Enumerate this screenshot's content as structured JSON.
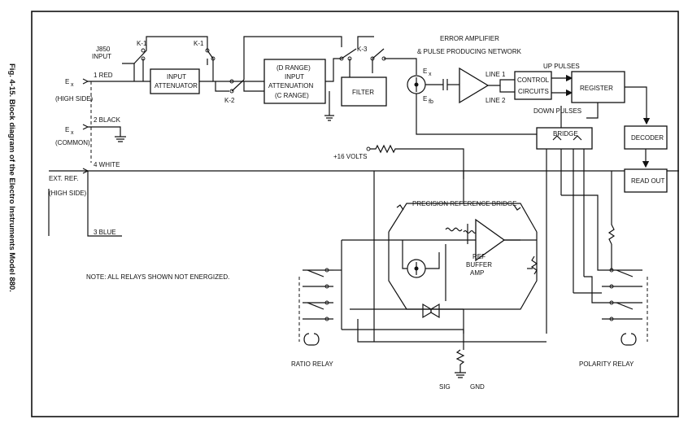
{
  "caption": "Fig. 4-15. Block diagram of the Electro Instruments Model 880.",
  "input": {
    "jack": "J850",
    "jack_label": "INPUT",
    "pin1": "1 RED",
    "pin2": "2 BLACK",
    "pin3": "3 BLUE",
    "pin4": "4 WHITE",
    "ex": "E",
    "ex_sub": "x",
    "high_side": "(HIGH SIDE)",
    "common": "(COMMON)",
    "ext_ref": "EXT. REF.",
    "ext_ref_high": "(HIGH SIDE)"
  },
  "relays": {
    "k1a": "K-1",
    "k1b": "K-1",
    "k2": "K-2",
    "k3": "K-3"
  },
  "blocks": {
    "input_attenuator_1": "INPUT",
    "input_attenuator_2": "ATTENUATOR",
    "range_line1": "(D RANGE)",
    "range_line2": "INPUT",
    "range_line3": "ATTENUATION",
    "range_line4": "(C RANGE)",
    "filter": "FILTER",
    "control_1": "CONTROL",
    "control_2": "CIRCUITS",
    "register": "REGISTER",
    "bridge": "BRIDGE",
    "decoder": "DECODER",
    "readout": "READ OUT"
  },
  "signals": {
    "error_amp_1": "ERROR AMPLIFIER",
    "error_amp_2": "& PULSE PRODUCING NETWORK",
    "ex_node": "E",
    "ex_node_sub": "x",
    "efb": "E",
    "efb_sub": "fb",
    "line1": "LINE 1",
    "line2": "LINE 2",
    "up_pulses": "UP PULSES",
    "down_pulses": "DOWN PULSES",
    "supply": "+16 VOLTS"
  },
  "reference": {
    "title": "PRECISION REFERENCE BRIDGE",
    "buffer_1": "REF",
    "buffer_2": "BUFFER",
    "buffer_3": "AMP",
    "ratio_relay": "RATIO RELAY",
    "polarity_relay": "POLARITY RELAY",
    "sig": "SIG",
    "gnd": "GND"
  },
  "note": "NOTE:  ALL RELAYS SHOWN NOT ENERGIZED."
}
